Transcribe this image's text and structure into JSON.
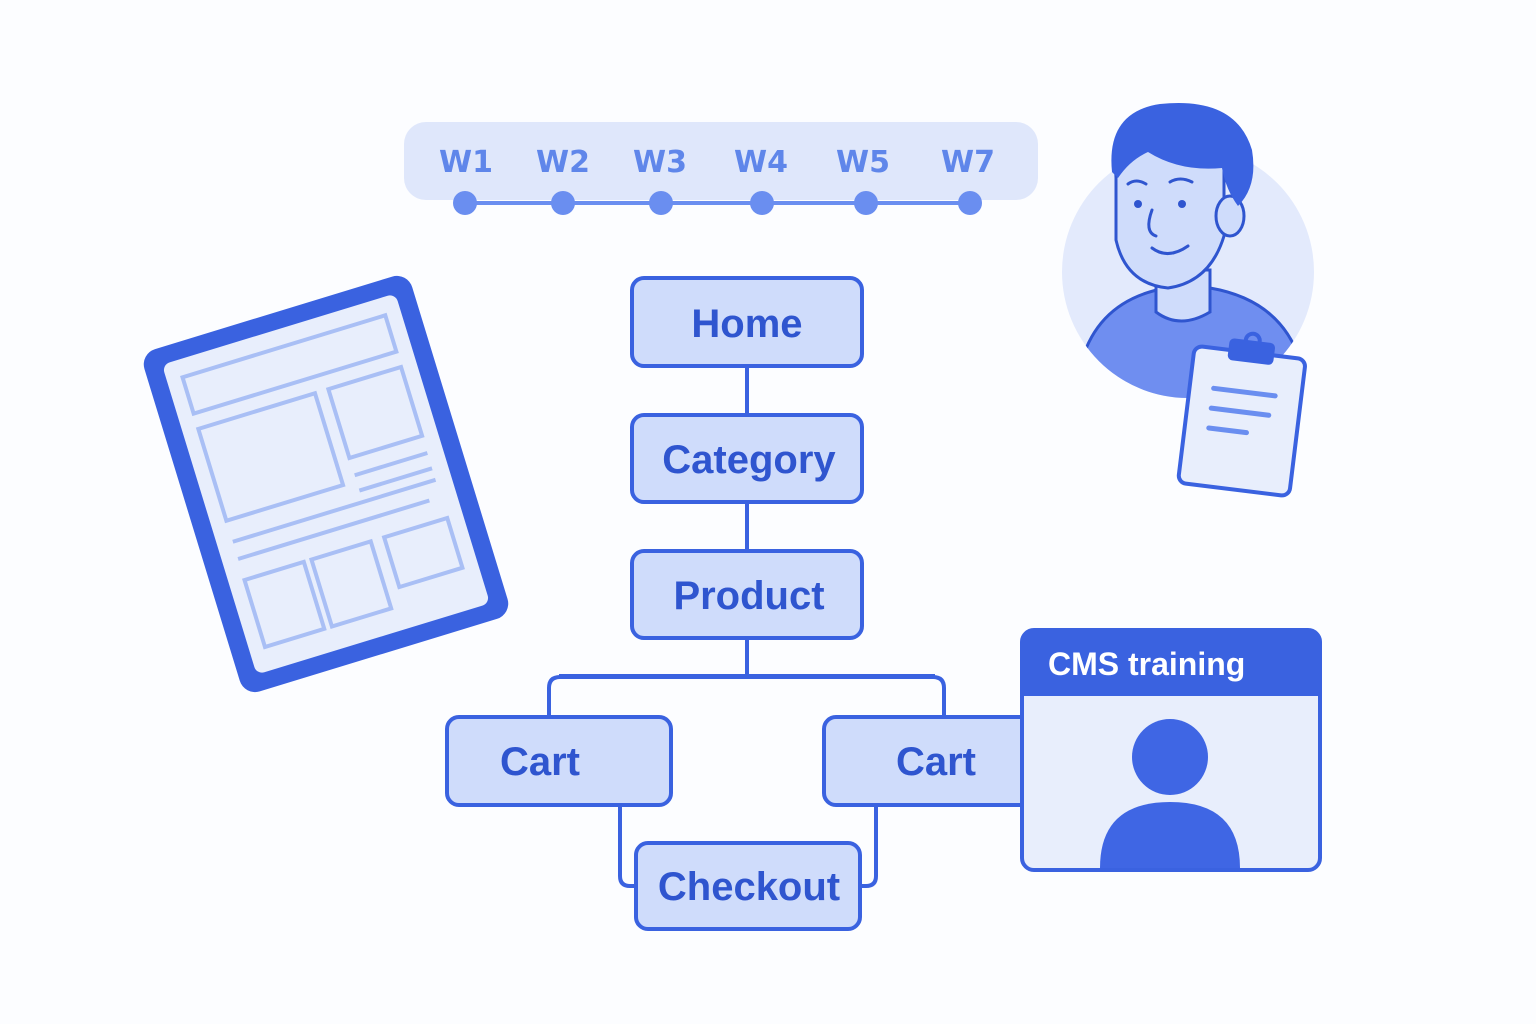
{
  "colors": {
    "primary": "#3a62e0",
    "accent": "#6a8ef0",
    "node_fill": "#cfdcfb",
    "light": "#e8eefc",
    "page_bg": "#fcfdff"
  },
  "timeline": {
    "weeks": [
      "W1",
      "W2",
      "W3",
      "W4",
      "W5",
      "W7"
    ]
  },
  "sitemap": {
    "home": "Home",
    "category": "Category",
    "product": "Product",
    "cart_left": "Cart",
    "cart_right": "Cart",
    "checkout": "Checkout"
  },
  "cms_window": {
    "title": "CMS training",
    "icon": "user-avatar-icon"
  },
  "icons": {
    "tablet": "tablet-wireframe-icon",
    "reviewer": "person-with-clipboard-icon"
  }
}
